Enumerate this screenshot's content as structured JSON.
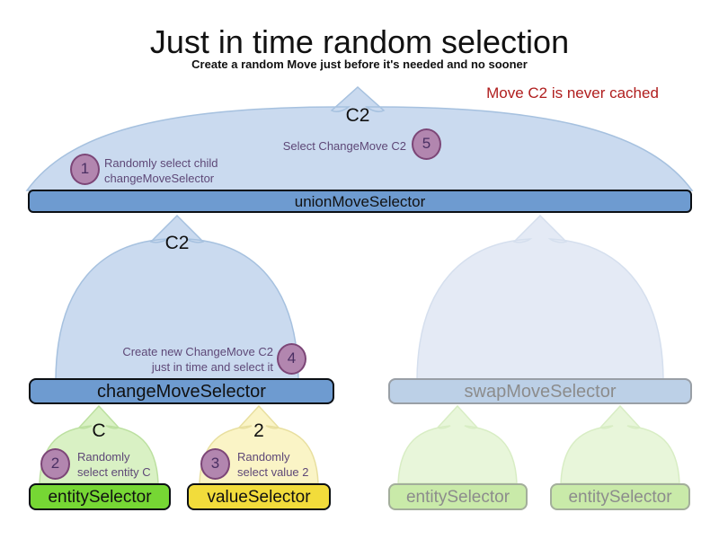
{
  "header": {
    "title": "Just in time random selection",
    "subtitle": "Create a random Move just before it's needed and no sooner",
    "annotation": "Move C2 is never cached"
  },
  "colors": {
    "annotation_red": "#B01E1E",
    "selector_bar_blue": "#6E9BD0",
    "dome_light_blue": "#CADAEF",
    "faded_bar_blue": "#BCD0E7",
    "entity_bar_green": "#76D734",
    "value_bar_yellow": "#F2DC3B",
    "faded_entity_green": "#C9EAA9",
    "step_circle_purple": "#B286AF",
    "step_text_purple": "#5E4877"
  },
  "selectors": {
    "union": "unionMoveSelector",
    "change": "changeMoveSelector",
    "swap": "swapMoveSelector",
    "entity": "entitySelector",
    "value": "valueSelector",
    "entity_faded_left": "entitySelector",
    "entity_faded_right": "entitySelector"
  },
  "move_labels": {
    "union_output": "C2",
    "change_output": "C2",
    "entity_output": "C",
    "value_output": "2"
  },
  "steps": [
    {
      "num": "1",
      "lines": [
        "Randomly select child",
        "changeMoveSelector"
      ]
    },
    {
      "num": "2",
      "lines": [
        "Randomly",
        "select entity C"
      ]
    },
    {
      "num": "3",
      "lines": [
        "Randomly",
        "select value 2"
      ]
    },
    {
      "num": "4",
      "lines": [
        "Create new ChangeMove C2",
        "just in time and select it"
      ]
    },
    {
      "num": "5",
      "lines": [
        "Select ChangeMove C2"
      ]
    }
  ]
}
